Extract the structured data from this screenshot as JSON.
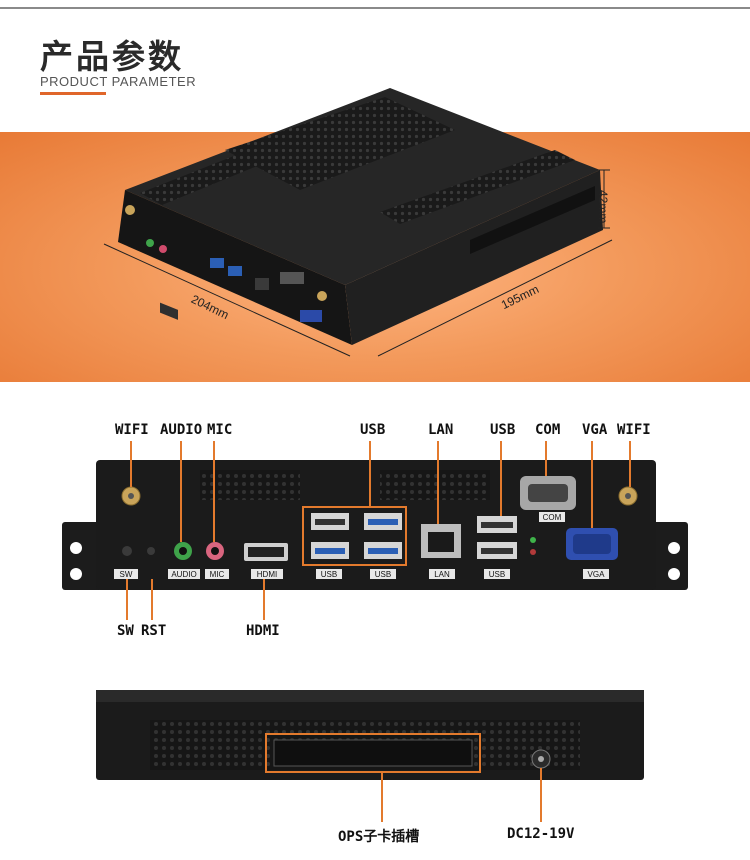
{
  "header": {
    "title": "产品参数",
    "subtitle": "PRODUCT PARAMETER"
  },
  "dimensions": {
    "height": "42mm",
    "width": "204mm",
    "depth": "195mm"
  },
  "front_panel": {
    "top_labels": {
      "wifi_left": "WIFI",
      "audio": "AUDIO",
      "mic": "MIC",
      "usb_a": "USB",
      "lan": "LAN",
      "usb_b": "USB",
      "com": "COM",
      "vga": "VGA",
      "wifi_right": "WIFI"
    },
    "bottom_labels": {
      "sw": "SW",
      "rst": "RST",
      "hdmi": "HDMI"
    },
    "silk": {
      "sw": "SW",
      "audio": "AUDIO",
      "mic": "MIC",
      "hdmi": "HDMI",
      "usb1": "USB",
      "usb2": "USB",
      "lan": "LAN",
      "usb3": "USB",
      "com": "COM",
      "vga": "VGA"
    }
  },
  "back_panel": {
    "ops_slot": "OPS子卡插槽",
    "dc": "DC12-19V"
  },
  "colors": {
    "accent": "#e0662a",
    "banner": "#f39a5c",
    "chassis": "#1b1b1b",
    "callout": "#e37a2d"
  }
}
